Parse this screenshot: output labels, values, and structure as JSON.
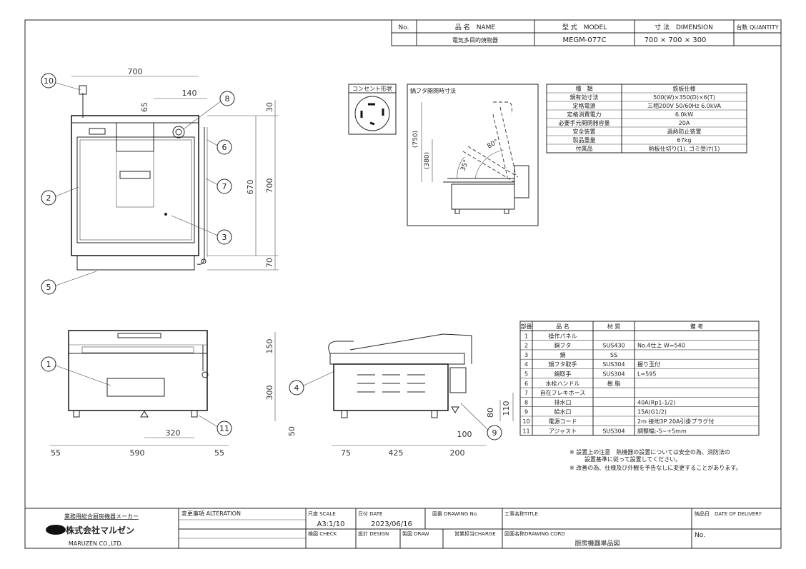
{
  "title_table": {
    "headers": {
      "no": "No.",
      "name": "品 名　NAME",
      "model": "型 式　MODEL",
      "dimension": "寸 法　DIMENSION",
      "quantity": "台数 QUANTITY"
    },
    "row": {
      "no": "",
      "name": "電気多目的焼物器",
      "model": "MEGM-077C",
      "dimension": "700 × 700 × 300",
      "quantity": ""
    }
  },
  "outlet": {
    "label": "コンセント形状"
  },
  "lid_view": {
    "label": "鍋フタ開閉時寸法",
    "dim_750": "(750)",
    "dim_380": "(380)",
    "angle_35": "35°",
    "angle_80": "80°"
  },
  "spec_table": {
    "rows": [
      {
        "k": "種　類",
        "v": "鉄板仕様"
      },
      {
        "k": "鍋有効寸法",
        "v": "500(W)×350(D)×6(T)"
      },
      {
        "k": "定格電源",
        "v": "三相200V 50/60Hz 6.0kVA"
      },
      {
        "k": "定格消費電力",
        "v": "6.0kW"
      },
      {
        "k": "必要手元開閉器容量",
        "v": "20A"
      },
      {
        "k": "安全装置",
        "v": "過熱防止装置"
      },
      {
        "k": "製品重量",
        "v": "67kg"
      },
      {
        "k": "付属品",
        "v": "熱板仕切り(1), ゴミ受け(1)"
      }
    ]
  },
  "parts_table": {
    "headers": [
      "部番",
      "品 名",
      "材 質",
      "備 考"
    ],
    "rows": [
      [
        "1",
        "操作パネル",
        "",
        ""
      ],
      [
        "2",
        "鍋フタ",
        "SUS430",
        "No.4仕上 W=540"
      ],
      [
        "3",
        "鍋",
        "SS",
        ""
      ],
      [
        "4",
        "鍋フタ取手",
        "SUS304",
        "握り玉付"
      ],
      [
        "5",
        "鍋取手",
        "SUS304",
        "L=595"
      ],
      [
        "6",
        "水栓ハンドル",
        "樹 脂",
        ""
      ],
      [
        "7",
        "自在フレキホース",
        "",
        ""
      ],
      [
        "8",
        "排水口",
        "",
        "40A(Rp1-1/2)"
      ],
      [
        "9",
        "給水口",
        "",
        "15A(G1/2)"
      ],
      [
        "10",
        "電源コード",
        "",
        "2m 接地3P 20A引掛プラグ付"
      ],
      [
        "11",
        "アジャスト",
        "SUS304",
        "調整幅:-5~+5mm"
      ]
    ]
  },
  "notes": [
    "※ 設置上の注意　熱機器の設置については安全の為、消防法の",
    "設置基準に従って設置してください。",
    "※ 改善の為、仕様及び外観を予告なしに変更することがあります。"
  ],
  "top_view": {
    "dims": {
      "w700": "700",
      "d140": "140",
      "d65": "65",
      "d30": "30",
      "d670": "670",
      "d700": "700",
      "d70": "70"
    }
  },
  "front_view": {
    "dims": {
      "d320": "320",
      "d55a": "55",
      "d590": "590",
      "d55b": "55"
    }
  },
  "side_view": {
    "dims": {
      "d150": "150",
      "d300": "300",
      "d50": "50",
      "d75": "75",
      "d425": "425",
      "d200": "200",
      "d100": "100",
      "d80": "80",
      "d110": "110"
    }
  },
  "balloons": [
    "1",
    "2",
    "3",
    "4",
    "5",
    "6",
    "7",
    "8",
    "9",
    "10",
    "11"
  ],
  "title_block": {
    "maker_caption": "業務用総合厨房機器メーカー",
    "company": "株式会社マルゼン",
    "company_en": "MARUZEN CO.,LTD.",
    "alteration": "変更事項 ALTERATION",
    "scale_label": "尺度 SCALE",
    "scale_value": "A3:1/10",
    "date_label": "日付 DATE",
    "date_value": "2023/06/16",
    "drawing_no_label": "図番 DRAWING No.",
    "title_label": "工事名称TITLE",
    "delivery_label": "納品日　DATE OF DELIVERY",
    "check_label": "検図 CHECK",
    "design_label": "設計 DESIGN",
    "draw_label": "製図 DRAW",
    "charge_label": "営業担当CHARGE",
    "drawing_cord_label": "図面名称DRAWING CORD",
    "drawing_cord_value": "厨房機器単品図",
    "no_label": "No."
  }
}
